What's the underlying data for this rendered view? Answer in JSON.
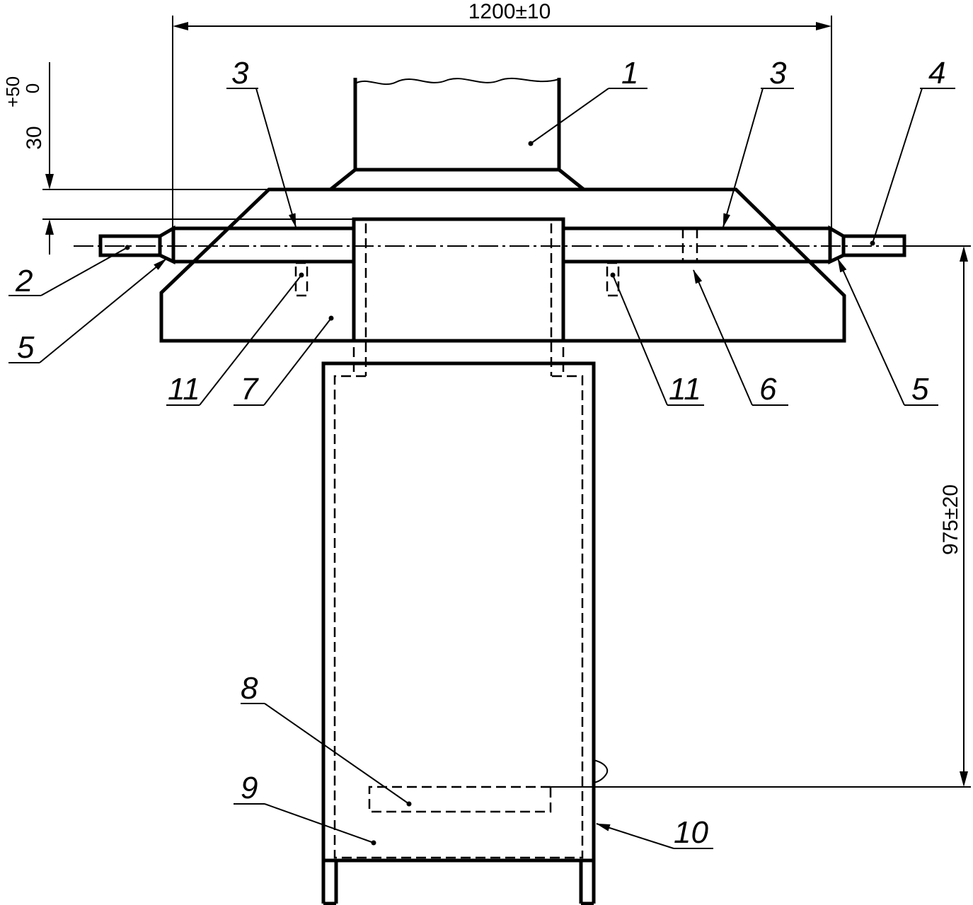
{
  "dimensions": {
    "width_total": "1200±10",
    "height_975": "975±20",
    "tol_top": "+50",
    "tol_zero": "0",
    "dim_30": "30"
  },
  "callouts": {
    "c1": "1",
    "c2": "2",
    "c3_left": "3",
    "c3_right": "3",
    "c4": "4",
    "c5_left": "5",
    "c5_right": "5",
    "c6": "6",
    "c7": "7",
    "c8": "8",
    "c9": "9",
    "c10": "10",
    "c11_left": "11",
    "c11_right": "11"
  }
}
